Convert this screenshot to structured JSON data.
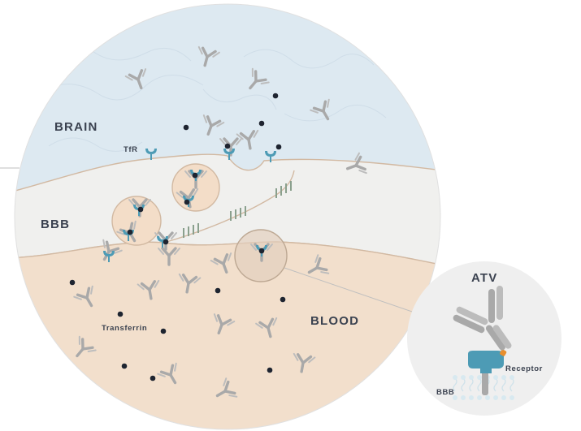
{
  "labels": {
    "brain": "BRAIN",
    "bbb": "BBB",
    "blood": "BLOOD",
    "tfr": "TfR",
    "transferrin": "Transferrin",
    "atv": "ATV",
    "receptor": "Receptor",
    "inset_bbb": "BBB"
  },
  "colors": {
    "brain_bg": "#dde9f1",
    "bbb_bg": "#f0f0ee",
    "blood_bg": "#f2dfcc",
    "antibody": "#a9a9a9",
    "receptor": "#4d9bb5",
    "transferrin": "#1e2430",
    "fragment": "#8aa08d",
    "membrane_outline": "#d2b9a2",
    "inset_bg": "#efefef",
    "accent": "#e98f2e"
  }
}
